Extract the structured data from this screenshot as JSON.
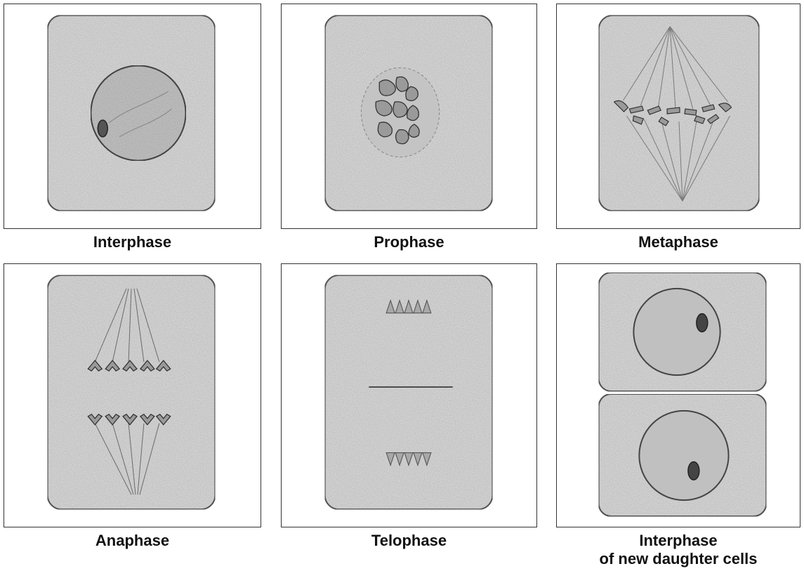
{
  "title": "",
  "stages": [
    {
      "label": "Interphase"
    },
    {
      "label": "Prophase"
    },
    {
      "label": "Metaphase"
    },
    {
      "label": "Anaphase"
    },
    {
      "label": "Telophase"
    },
    {
      "label": "Interphase",
      "label_line2": "of new daughter cells"
    }
  ],
  "colors": {
    "cell_fill": "#cfcfcf",
    "cell_stroke": "#555555",
    "chromosome": "#8a8a8a",
    "nucleolus": "#333333",
    "spindle": "#777777"
  }
}
